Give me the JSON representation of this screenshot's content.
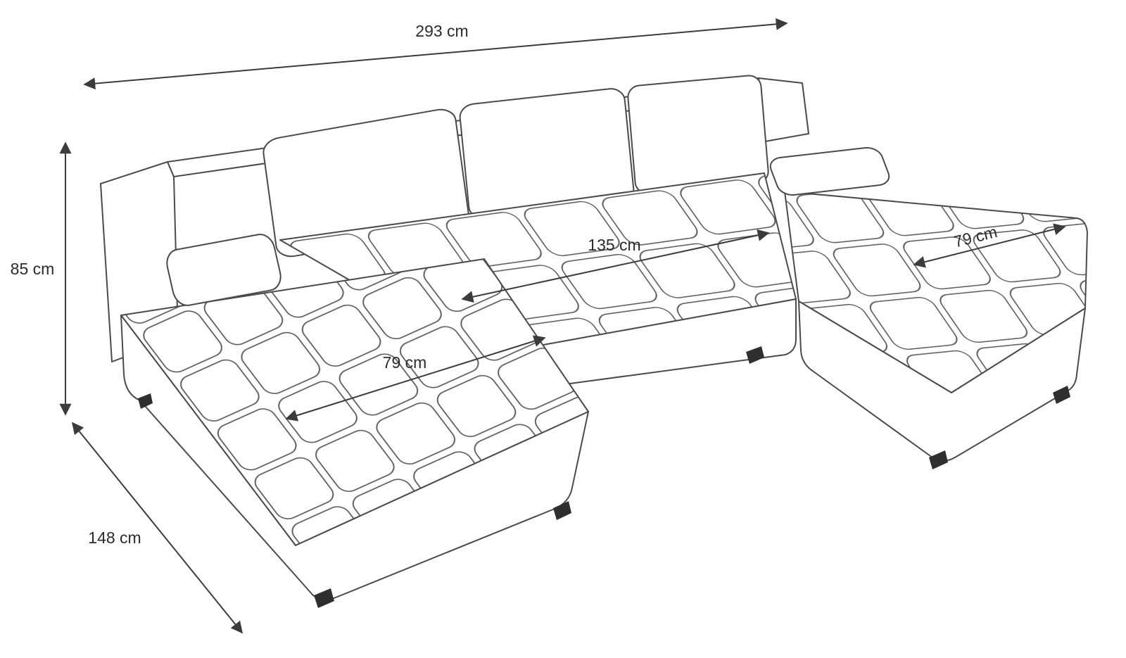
{
  "diagram": {
    "subject": "u-shaped-sectional-sofa-dimension-drawing",
    "line_color": "#4a4a4a",
    "text_color": "#2b2b2b",
    "labels": {
      "total_width": "293 cm",
      "height": "85 cm",
      "chaise_depth": "148 cm",
      "middle_seat_width": "135 cm",
      "left_chaise_width": "79 cm",
      "right_chaise_width": "79 cm"
    }
  }
}
